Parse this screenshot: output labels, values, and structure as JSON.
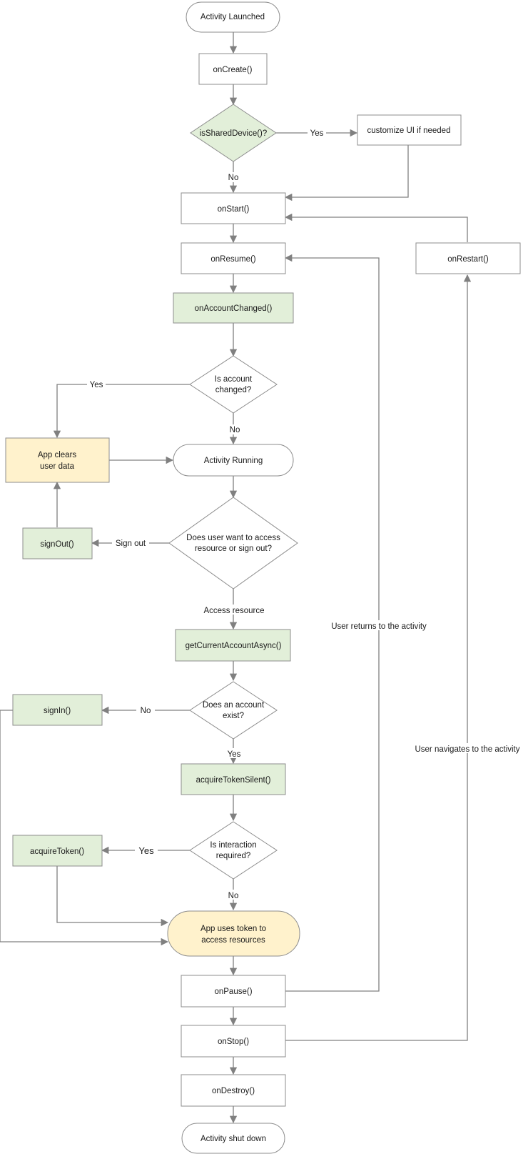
{
  "colors": {
    "plain_fill": "#ffffff",
    "plain_stroke": "#8c8c8c",
    "green_fill": "#e2efd9",
    "green_stroke": "#8c8c8c",
    "yellow_fill": "#fff2cc",
    "yellow_stroke": "#8c8c8c",
    "edge": "#808080",
    "text": "#1a1a1a"
  },
  "nodes": {
    "activity_launched": "Activity Launched",
    "on_create": "onCreate()",
    "is_shared_device": "isSharedDevice()?",
    "customize_ui": "customize UI if needed",
    "on_start": "onStart()",
    "on_resume": "onResume()",
    "on_restart": "onRestart()",
    "on_account_changed": "onAccountChanged()",
    "is_account_changed": [
      "Is account",
      "changed?"
    ],
    "app_clears_user_data": [
      "App clears",
      "user data"
    ],
    "activity_running": "Activity Running",
    "sign_out": "signOut()",
    "user_choice": [
      "Does user want to access",
      "resource or sign out?"
    ],
    "get_current_account": "getCurrentAccountAsync()",
    "sign_in": "signIn()",
    "account_exists": [
      "Does an account",
      "exist?"
    ],
    "acquire_token_silent": "acquireTokenSilent()",
    "acquire_token": "acquireToken()",
    "interaction_required": [
      "Is interaction",
      "required?"
    ],
    "app_uses_token": [
      "App uses token to",
      "access resources"
    ],
    "on_pause": "onPause()",
    "on_stop": "onStop()",
    "on_destroy": "onDestroy()",
    "activity_shut_down": "Activity shut down"
  },
  "edge_labels": {
    "shared_yes": "Yes",
    "shared_no": "No",
    "account_changed_yes": "Yes",
    "account_changed_no": "No",
    "sign_out": "Sign out",
    "access_resource": "Access resource",
    "account_exists_no": "No",
    "account_exists_yes": "Yes",
    "interaction_yes": "Yes",
    "interaction_no": "No",
    "user_returns": "User returns to the activity",
    "user_navigates": "User navigates to the activity"
  }
}
